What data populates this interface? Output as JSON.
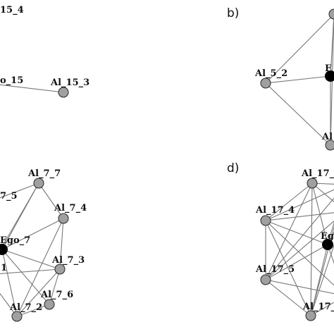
{
  "panels": [
    {
      "id": "a",
      "panel_label": "",
      "nodes": [
        {
          "id": "top",
          "label": "15_4",
          "kind": "hidden"
        },
        {
          "id": "ego",
          "label": "o_15",
          "kind": "ego-hidden"
        },
        {
          "id": "al3",
          "label": "Al_15_3",
          "kind": "alter"
        }
      ],
      "edges": [
        [
          "ego",
          "al3"
        ]
      ]
    },
    {
      "id": "b",
      "panel_label": "b)",
      "nodes": [
        {
          "id": "top",
          "label": "",
          "kind": "alter"
        },
        {
          "id": "al2",
          "label": "Al_5_2",
          "kind": "alter"
        },
        {
          "id": "ego",
          "label": "E",
          "kind": "ego"
        },
        {
          "id": "bot",
          "label": "Al",
          "kind": "alter"
        }
      ],
      "edges": [
        [
          "top",
          "al2"
        ],
        [
          "top",
          "ego"
        ],
        [
          "al2",
          "ego"
        ],
        [
          "al2",
          "bot"
        ],
        [
          "ego",
          "bot"
        ],
        [
          "top",
          "bot"
        ]
      ]
    },
    {
      "id": "c",
      "panel_label": "",
      "nodes": [
        {
          "id": "al7",
          "label": "Al_7_7",
          "kind": "alter"
        },
        {
          "id": "al5",
          "label": "7_5",
          "kind": "hidden"
        },
        {
          "id": "al4",
          "label": "Al_7_4",
          "kind": "alter"
        },
        {
          "id": "ego",
          "label": "Ego_7",
          "kind": "ego"
        },
        {
          "id": "al1",
          "label": "1",
          "kind": "hidden"
        },
        {
          "id": "al3",
          "label": "Al_7_3",
          "kind": "alter"
        },
        {
          "id": "al6",
          "label": "Al_7_6",
          "kind": "alter"
        },
        {
          "id": "al2",
          "label": "Al_7_2",
          "kind": "alter"
        }
      ],
      "edges": [
        [
          "al7",
          "al5"
        ],
        [
          "al7",
          "al4"
        ],
        [
          "al7",
          "ego"
        ],
        [
          "al7",
          "al1"
        ],
        [
          "al5",
          "ego"
        ],
        [
          "al4",
          "ego"
        ],
        [
          "al4",
          "al3"
        ],
        [
          "al4",
          "al2"
        ],
        [
          "ego",
          "al3"
        ],
        [
          "ego",
          "al2"
        ],
        [
          "ego",
          "al6"
        ],
        [
          "ego",
          "al1"
        ],
        [
          "al1",
          "al3"
        ],
        [
          "al1",
          "al2"
        ],
        [
          "al3",
          "al6"
        ],
        [
          "al3",
          "al2"
        ],
        [
          "al6",
          "al2"
        ],
        [
          "al5",
          "al1"
        ]
      ]
    },
    {
      "id": "d",
      "panel_label": "d)",
      "nodes": [
        {
          "id": "a1",
          "label": "Al_17_",
          "kind": "alter"
        },
        {
          "id": "r1",
          "label": "",
          "kind": "hidden"
        },
        {
          "id": "a4",
          "label": "Al_17_4",
          "kind": "alter"
        },
        {
          "id": "ego",
          "label": "Eg",
          "kind": "ego"
        },
        {
          "id": "r2",
          "label": "",
          "kind": "hidden"
        },
        {
          "id": "a5",
          "label": "Al_17_5",
          "kind": "alter"
        },
        {
          "id": "a6",
          "label": "Al_17_",
          "kind": "alter"
        },
        {
          "id": "r3",
          "label": "",
          "kind": "hidden"
        }
      ],
      "edges": [
        [
          "a1",
          "a4"
        ],
        [
          "a1",
          "ego"
        ],
        [
          "a1",
          "a5"
        ],
        [
          "a1",
          "a6"
        ],
        [
          "a1",
          "r1"
        ],
        [
          "a1",
          "r2"
        ],
        [
          "a4",
          "ego"
        ],
        [
          "a4",
          "a5"
        ],
        [
          "a4",
          "a6"
        ],
        [
          "a4",
          "r1"
        ],
        [
          "a4",
          "r2"
        ],
        [
          "a4",
          "r3"
        ],
        [
          "ego",
          "a5"
        ],
        [
          "ego",
          "a6"
        ],
        [
          "ego",
          "r1"
        ],
        [
          "ego",
          "r2"
        ],
        [
          "ego",
          "r3"
        ],
        [
          "a5",
          "a6"
        ],
        [
          "a5",
          "r2"
        ],
        [
          "a5",
          "r3"
        ],
        [
          "a5",
          "r1"
        ],
        [
          "a6",
          "r3"
        ],
        [
          "a6",
          "r2"
        ],
        [
          "a6",
          "r1"
        ]
      ]
    }
  ]
}
